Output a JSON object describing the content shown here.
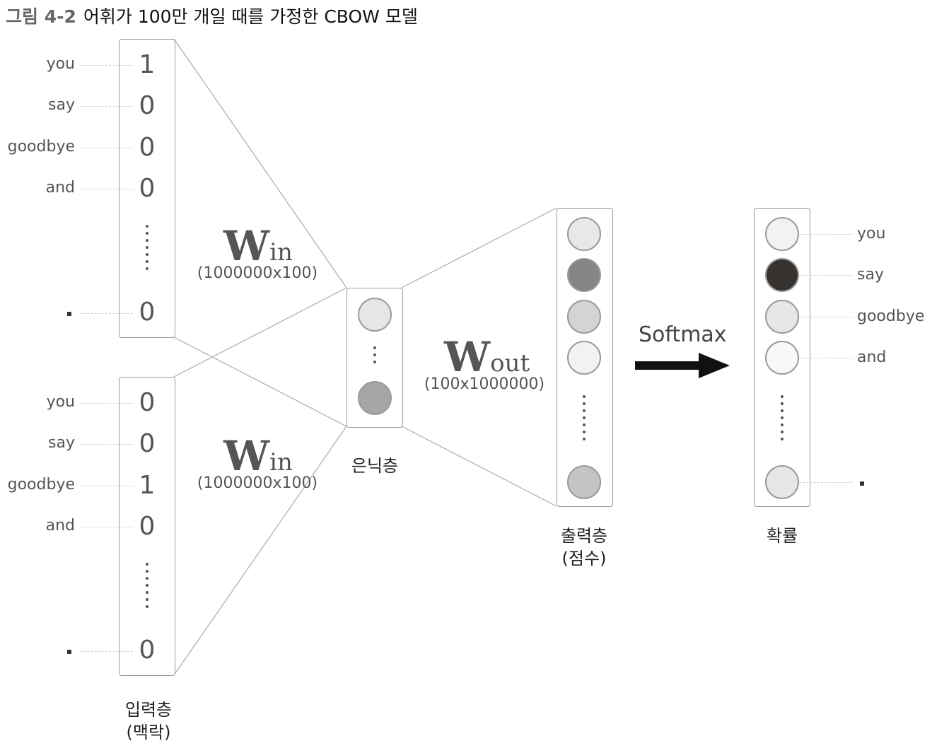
{
  "title": {
    "number": "그림 4-2",
    "text": "어휘가 100만 개일 때를 가정한 CBOW 모델"
  },
  "input_top": {
    "words": [
      "you",
      "say",
      "goodbye",
      "and"
    ],
    "values": [
      "1",
      "0",
      "0",
      "0"
    ],
    "last_value": "0"
  },
  "input_bottom": {
    "words": [
      "you",
      "say",
      "goodbye",
      "and"
    ],
    "values": [
      "0",
      "0",
      "1",
      "0"
    ],
    "last_value": "0"
  },
  "w_in": {
    "letter": "W",
    "sub": "in",
    "dims": "(1000000x100)"
  },
  "w_out": {
    "letter": "W",
    "sub": "out",
    "dims": "(100x1000000)"
  },
  "hidden": {
    "label": "은닉층",
    "node_colors": [
      "#e6e6e6",
      "#a6a6a6"
    ]
  },
  "output": {
    "label_line1": "출력층",
    "label_line2": "(점수)",
    "node_colors": [
      "#e8e8ea",
      "#858585",
      "#d4d4d4",
      "#f2f2f2",
      "#c4c4c6"
    ]
  },
  "softmax": {
    "label": "Softmax"
  },
  "prob": {
    "label": "확률",
    "words": [
      "you",
      "say",
      "goodbye",
      "and"
    ],
    "node_colors": [
      "#f2f2f2",
      "#353230",
      "#e6e8e8",
      "#f7f8f7",
      "#e6e6e6"
    ]
  },
  "input_label": {
    "line1": "입력층",
    "line2": "(맥락)"
  }
}
